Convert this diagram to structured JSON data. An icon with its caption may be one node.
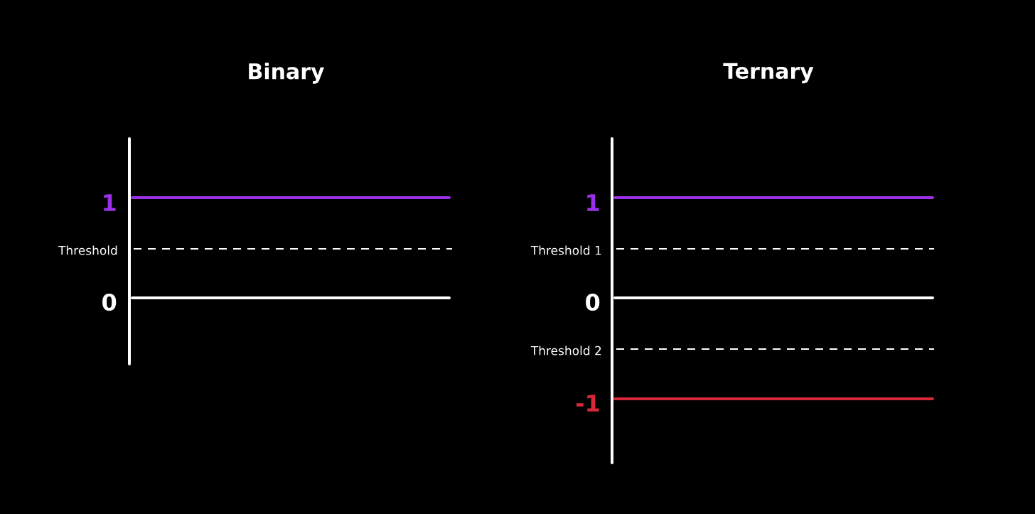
{
  "diagram": {
    "labels": [
      "Binary",
      "1",
      "Threshold",
      "0",
      "Ternary",
      "1",
      "Threshold 1",
      "0",
      "Threshold 2",
      "-1"
    ]
  }
}
